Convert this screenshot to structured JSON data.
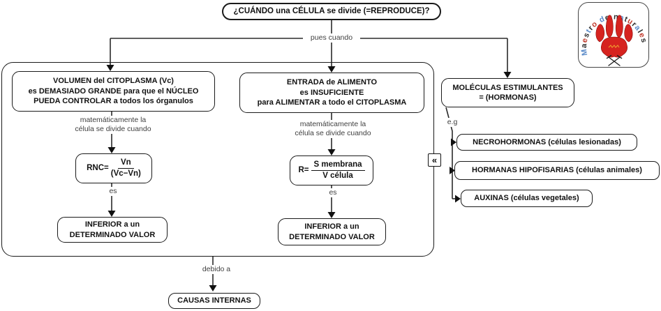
{
  "root": {
    "question": "¿CUÁNDO una CÉLULA se divide (=REPRODUCE)?"
  },
  "links": {
    "pues_cuando": "pues cuando",
    "mat_line1": "matemáticamente la",
    "mat_line2": "célula se divide cuando",
    "es": "es",
    "eg": "e.g",
    "debido_a": "debido a"
  },
  "branch_volume": {
    "cause_line1": "VOLUMEN del CITOPLASMA (Vc)",
    "cause_line2": "es DEMASIADO GRANDE para que el NÚCLEO",
    "cause_line3": "PUEDA CONTROLAR a todos los órganulos",
    "formula_lhs": "RNC=",
    "formula_num": "Vn",
    "formula_den": "(Vc−Vn)",
    "result_line1": "INFERIOR a un",
    "result_line2": "DETERMINADO VALOR"
  },
  "branch_food": {
    "cause_line1": "ENTRADA de ALIMENTO",
    "cause_line2": "es INSUFICIENTE",
    "cause_line3": "para ALIMENTAR a todo el CITOPLASMA",
    "formula_lhs": "R=",
    "formula_num": "S membrana",
    "formula_den": "V célula",
    "result_line1": "INFERIOR a un",
    "result_line2": "DETERMINADO VALOR"
  },
  "branch_hormones": {
    "cause_line1": "MOLÉCULAS ESTIMULANTES",
    "cause_line2": "= (HORMONAS)",
    "examples": [
      "NECROHORMONAS (células lesionadas)",
      "HORMANAS HIPOFISARIAS (células animales)",
      "AUXINAS (células vegetales)"
    ]
  },
  "internal_causes": {
    "label": "CAUSAS INTERNAS"
  },
  "badge": "«",
  "logo": {
    "arc_text": "Maestro de naturales",
    "letter_palette": [
      "#5b8bc9",
      "#2b2b2b",
      "#c0392b",
      "#2b2b2b"
    ],
    "paw_color": "#d6231f"
  },
  "colors": {
    "line": "#2a2a2a",
    "label_text": "#3f3f3f"
  }
}
